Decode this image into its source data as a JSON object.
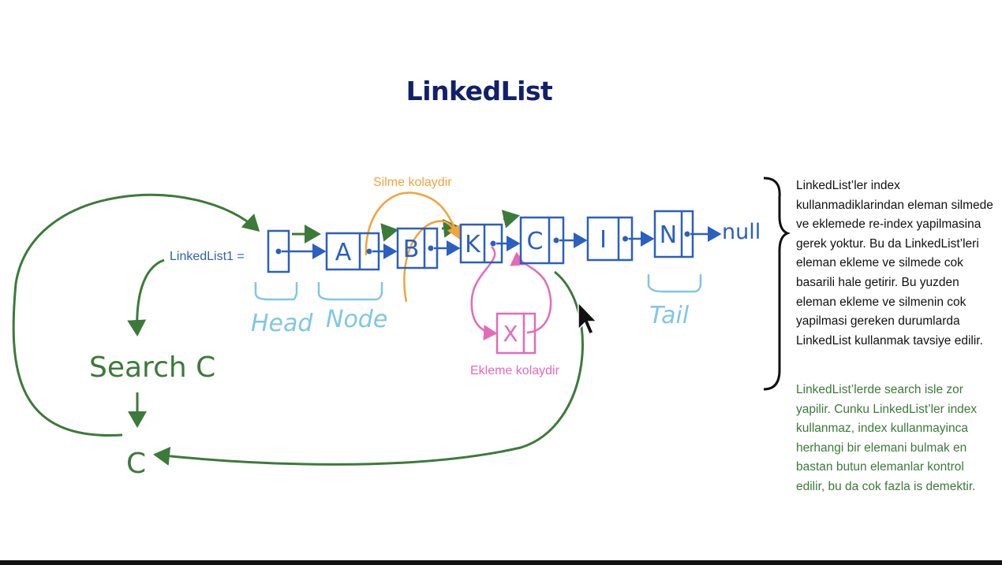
{
  "title": "LinkedList",
  "annotations": {
    "silme": "Silme kolaydir",
    "ekleme": "Ekleme kolaydir",
    "list_label": "LinkedList1 =",
    "head": "Head",
    "node": "Node",
    "tail": "Tail",
    "null": "null",
    "search": "Search C",
    "result": "C"
  },
  "nodes": [
    {
      "letter": ""
    },
    {
      "letter": "A"
    },
    {
      "letter": "B"
    },
    {
      "letter": "K"
    },
    {
      "letter": "C"
    },
    {
      "letter": "I"
    },
    {
      "letter": "N"
    }
  ],
  "insert_node": {
    "letter": "X"
  },
  "notes": {
    "paragraph_black": "LinkedList’ler index kullanmadiklarindan eleman silmede ve eklemede re-index yapilmasina gerek yoktur. Bu da LinkedList’leri eleman ekleme ve silmede cok basarili hale getirir. Bu yuzden eleman ekleme ve silmenin cok yapilmasi gereken durumlarda LinkedList kullanmak tavsiye edilir.",
    "paragraph_green": "LinkedList’lerde search isle zor yapilir. Cunku LinkedList’ler index kullanmaz, index kullanmayinca herhangi bir elemani bulmak en bastan butun elemanlar kontrol edilir, bu da cok fazla is demektir."
  },
  "colors": {
    "title": "#12206b",
    "node": "#2b5fc0",
    "head_tail_label": "#7fc7e3",
    "orange": "#f0a43a",
    "pink": "#e56ab8",
    "green": "#3c7a3a",
    "black": "#111111"
  }
}
